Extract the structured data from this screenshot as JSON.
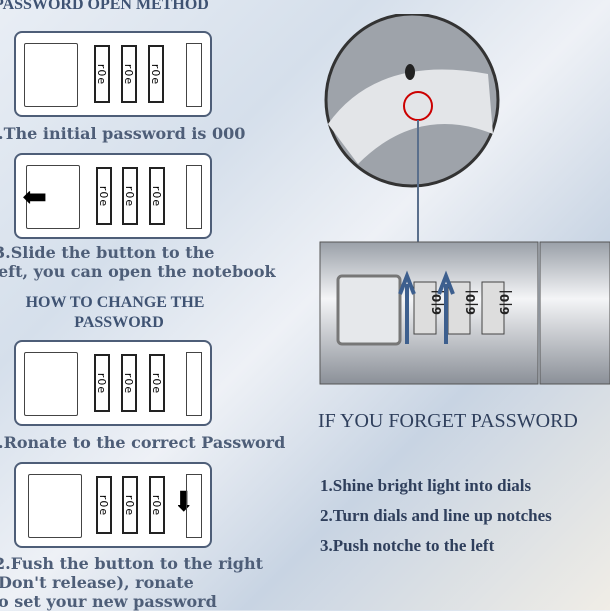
{
  "open_method": {
    "title": "PASSWORD OPEN METHOD",
    "step1": ".The initial password is 000",
    "step2_line1": "3.Slide the button to the",
    "step2_line2": "eft, you can open the notebook"
  },
  "change": {
    "title_line1": "HOW TO CHANGE THE",
    "title_line2": "PASSWORD",
    "step1": ".Ronate to the correct Password",
    "step2_line1": "2.Fush the button to the right",
    "step2_line2": "Don't release), ronate",
    "step2_line3": "o set your new password"
  },
  "dial_glyph": "r0e",
  "forget": {
    "title": "IF YOU FORGET PASSWORD",
    "items": [
      "1.Shine bright light into dials",
      "2.Turn dials and line up notches",
      "3.Push notche to the left"
    ]
  },
  "lock_dials": [
    "6|0|",
    "6|0|",
    "6|0|"
  ]
}
